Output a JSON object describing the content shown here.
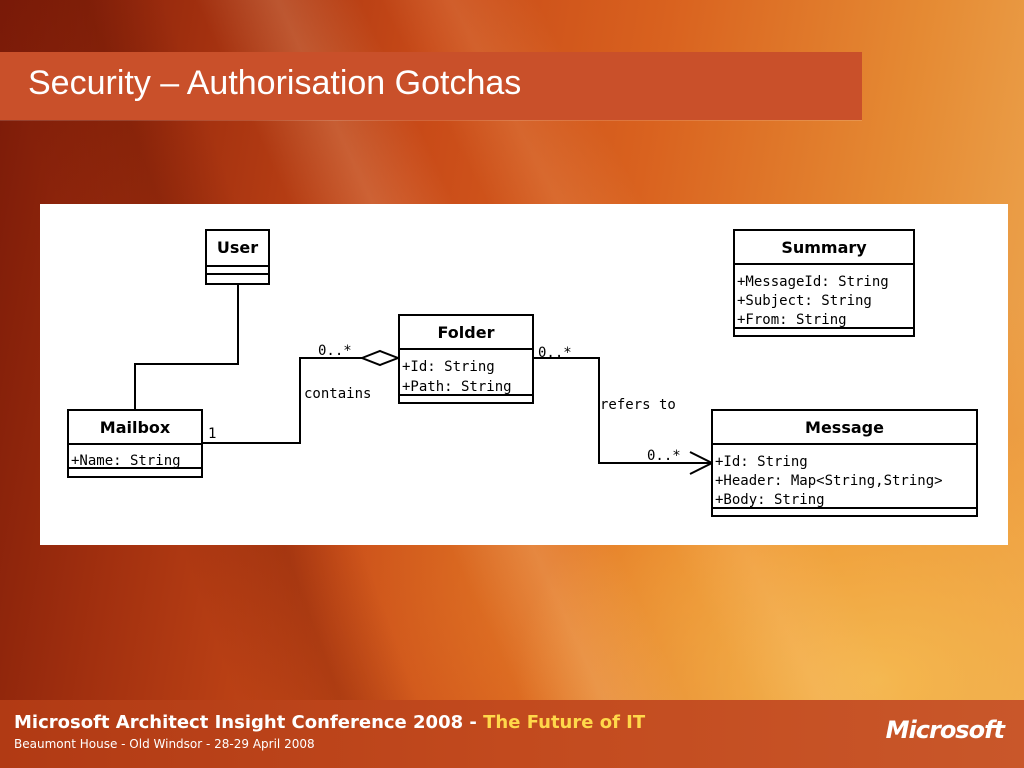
{
  "slide": {
    "title": "Security – Authorisation Gotchas"
  },
  "diagram": {
    "classes": {
      "user": {
        "name": "User"
      },
      "mailbox": {
        "name": "Mailbox",
        "attributes": [
          "+Name: String"
        ]
      },
      "folder": {
        "name": "Folder",
        "attributes": [
          "+Id: String",
          "+Path: String"
        ]
      },
      "summary": {
        "name": "Summary",
        "attributes": [
          "+MessageId: String",
          "+Subject: String",
          "+From: String"
        ]
      },
      "message": {
        "name": "Message",
        "attributes": [
          "+Id: String",
          "+Header: Map<String,String>",
          "+Body: String"
        ]
      }
    },
    "associations": {
      "contains": {
        "label": "contains",
        "mailbox_multiplicity": "1",
        "folder_multiplicity": "0..*"
      },
      "refers_to": {
        "label": "refers to",
        "folder_multiplicity": "0..*",
        "message_multiplicity": "0..*"
      }
    }
  },
  "footer": {
    "conference": "Microsoft Architect Insight Conference 2008",
    "separator": " - ",
    "tagline": "The Future of IT",
    "venue": "Beaumont House - Old Windsor - 28-29 April 2008",
    "logo": "Microsoft"
  }
}
